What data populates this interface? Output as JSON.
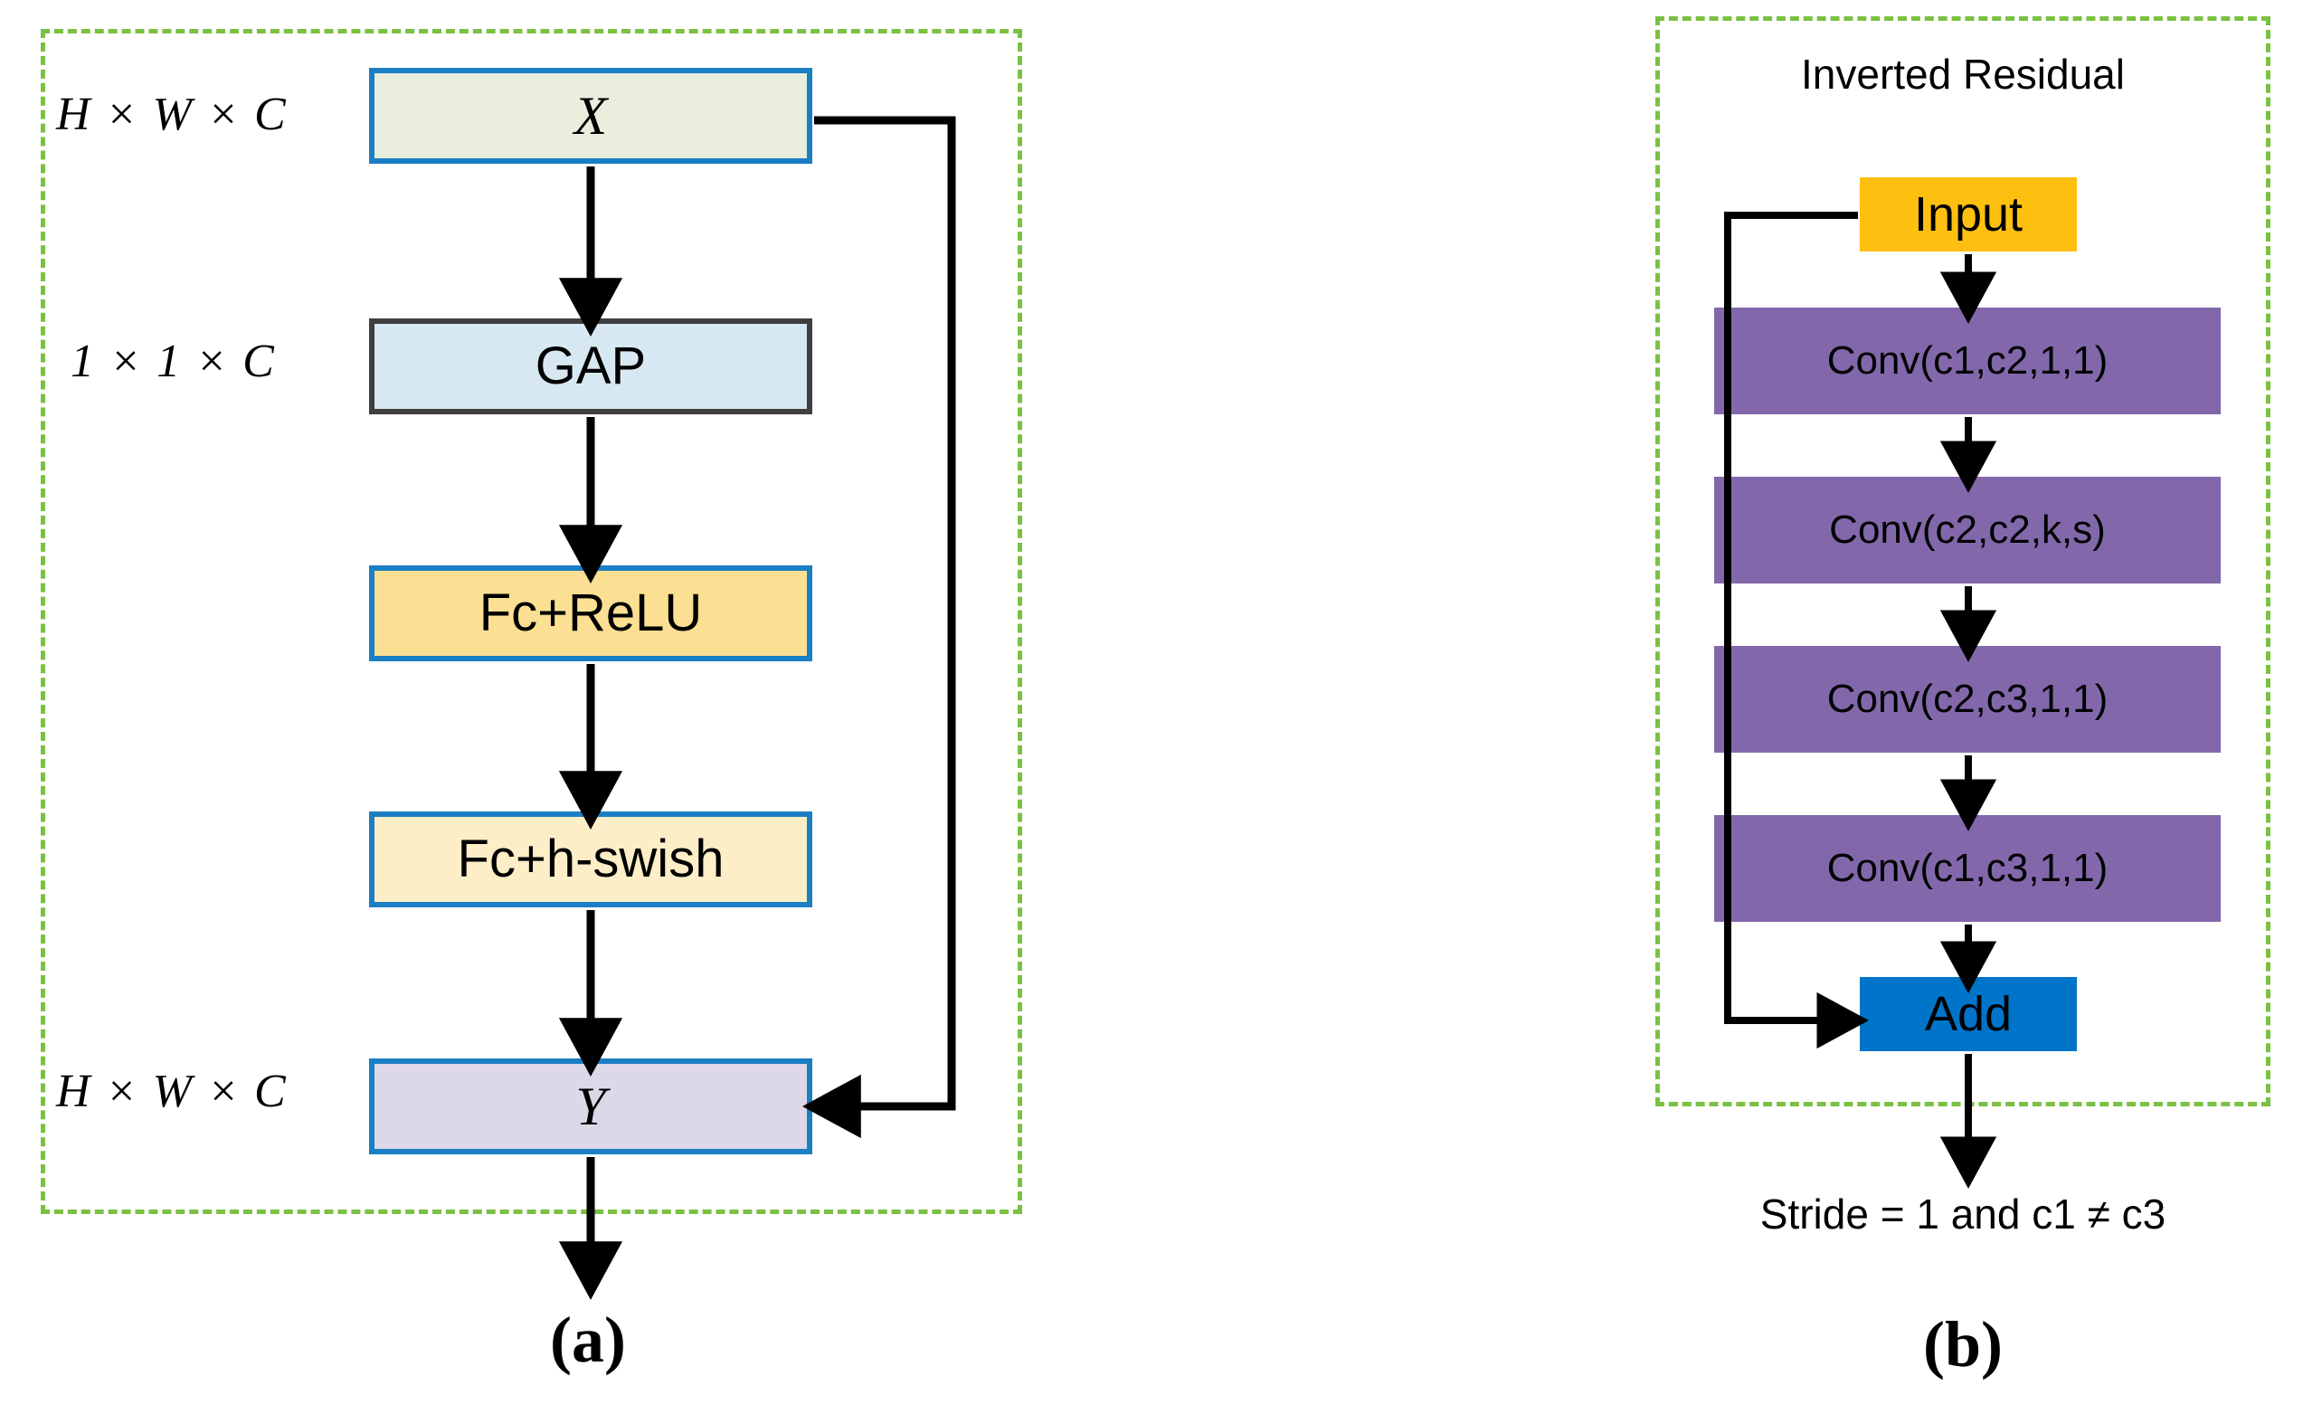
{
  "figure": {
    "panels": [
      {
        "id": "a",
        "caption": "(a)",
        "container_label": "",
        "dimension_labels": [
          {
            "text": "H × W × C",
            "for": "X"
          },
          {
            "text": "1 × 1 × C",
            "for": "GAP"
          },
          {
            "text": "H × W × C",
            "for": "Y"
          }
        ],
        "nodes": [
          {
            "id": "x",
            "label": "X",
            "fill": "#e9eedd",
            "stroke": "#1b7fc4"
          },
          {
            "id": "gap",
            "label": "GAP",
            "fill": "#d7e8f2",
            "stroke": "#3f3f3f"
          },
          {
            "id": "fc_relu",
            "label": "Fc+ReLU",
            "fill": "#fbdf92",
            "stroke": "#1b7fc4"
          },
          {
            "id": "fc_hswish",
            "label": "Fc+h-swish",
            "fill": "#fdeec7",
            "stroke": "#1b7fc4"
          },
          {
            "id": "y",
            "label": "Y",
            "fill": "#dcd8e8",
            "stroke": "#1b7fc4"
          }
        ],
        "edges": [
          {
            "from": "x",
            "to": "gap",
            "type": "arrow-down"
          },
          {
            "from": "gap",
            "to": "fc_relu",
            "type": "arrow-down"
          },
          {
            "from": "fc_relu",
            "to": "fc_hswish",
            "type": "arrow-down"
          },
          {
            "from": "fc_hswish",
            "to": "y",
            "type": "arrow-down"
          },
          {
            "from": "x",
            "to": "y",
            "type": "skip-connection-right"
          },
          {
            "from": "y",
            "to": "out",
            "type": "arrow-down-exit"
          }
        ]
      },
      {
        "id": "b",
        "caption": "(b)",
        "container_label": "Inverted Residual",
        "note": "Stride = 1 and c1 ≠ c3",
        "nodes": [
          {
            "id": "input",
            "label": "Input",
            "fill": "#fdc010"
          },
          {
            "id": "conv1",
            "label": "Conv(c1,c2,1,1)",
            "fill": "#8268ab"
          },
          {
            "id": "conv2",
            "label": "Conv(c2,c2,k,s)",
            "fill": "#8268ab"
          },
          {
            "id": "conv3",
            "label": "Conv(c2,c3,1,1)",
            "fill": "#8268ab"
          },
          {
            "id": "conv4",
            "label": "Conv(c1,c3,1,1)",
            "fill": "#8268ab"
          },
          {
            "id": "add",
            "label": "Add",
            "fill": "#0074c8"
          }
        ],
        "edges": [
          {
            "from": "input",
            "to": "conv1",
            "type": "arrow-down"
          },
          {
            "from": "conv1",
            "to": "conv2",
            "type": "arrow-down"
          },
          {
            "from": "conv2",
            "to": "conv3",
            "type": "arrow-down"
          },
          {
            "from": "conv3",
            "to": "conv4",
            "type": "arrow-down"
          },
          {
            "from": "conv4",
            "to": "add",
            "type": "arrow-down"
          },
          {
            "from": "input",
            "to": "add",
            "type": "skip-connection-left"
          },
          {
            "from": "add",
            "to": "out",
            "type": "arrow-down-exit"
          }
        ]
      }
    ],
    "colors": {
      "dashed_border": "#7ac143",
      "blue_stroke": "#1b7fc4",
      "gray_stroke": "#3f3f3f",
      "purple": "#8268ab",
      "yellow": "#fdc010",
      "blue_fill": "#0074c8",
      "arrow": "#000000"
    }
  }
}
